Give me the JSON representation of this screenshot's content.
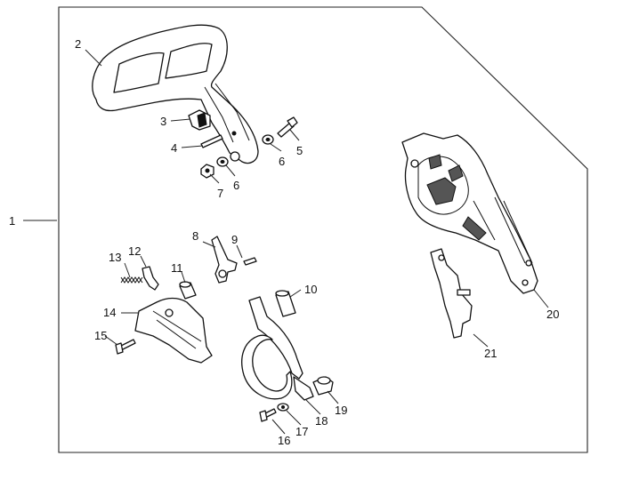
{
  "diagram": {
    "callouts": [
      {
        "id": "1",
        "text": "1"
      },
      {
        "id": "2",
        "text": "2"
      },
      {
        "id": "3",
        "text": "3"
      },
      {
        "id": "4",
        "text": "4"
      },
      {
        "id": "5",
        "text": "5"
      },
      {
        "id": "6a",
        "text": "6"
      },
      {
        "id": "6b",
        "text": "6"
      },
      {
        "id": "7",
        "text": "7"
      },
      {
        "id": "8",
        "text": "8"
      },
      {
        "id": "9",
        "text": "9"
      },
      {
        "id": "10",
        "text": "10"
      },
      {
        "id": "11",
        "text": "11"
      },
      {
        "id": "12",
        "text": "12"
      },
      {
        "id": "13",
        "text": "13"
      },
      {
        "id": "14",
        "text": "14"
      },
      {
        "id": "15",
        "text": "15"
      },
      {
        "id": "16",
        "text": "16"
      },
      {
        "id": "17",
        "text": "17"
      },
      {
        "id": "18",
        "text": "18"
      },
      {
        "id": "19",
        "text": "19"
      },
      {
        "id": "20",
        "text": "20"
      },
      {
        "id": "21",
        "text": "21"
      }
    ]
  },
  "colors": {
    "line": "#111111",
    "background": "#ffffff"
  }
}
